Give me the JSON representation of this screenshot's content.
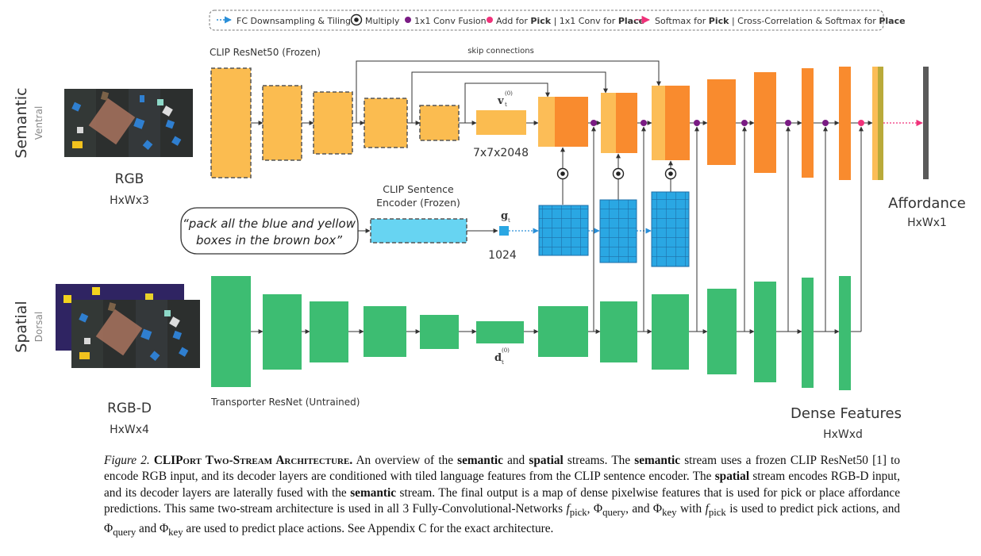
{
  "legend": {
    "fc": "FC Downsampling & Tiling",
    "multiply": "Multiply",
    "conv": "1x1 Conv Fusion",
    "add_a": "Add for ",
    "add_pick": "Pick",
    "add_b": " | 1x1 Conv for ",
    "add_place": "Place",
    "soft_a": "Softmax for ",
    "soft_pick": "Pick",
    "soft_b": " | Cross-Correlation & Softmax for ",
    "soft_place": "Place"
  },
  "labels": {
    "clip_resnet": "CLIP ResNet50 (Frozen)",
    "skip": "skip connections",
    "semantic": "Semantic",
    "ventral": "Ventral",
    "spatial": "Spatial",
    "dorsal": "Dorsal",
    "rgb": "RGB",
    "rgb_dim": "HxWx3",
    "rgbd": "RGB-D",
    "rgbd_dim": "HxWx4",
    "vt": "v",
    "vt_sup": "(0)",
    "vt_sub": "t",
    "feat_dim": "7x7x2048",
    "sentence_l1": "CLIP Sentence",
    "sentence_l2": "Encoder (Frozen)",
    "gt": "g",
    "gt_sub": "t",
    "g_dim": "1024",
    "dt": "d",
    "dt_sup": "(0)",
    "dt_sub": "t",
    "instr_l1": "“pack all the blue and yellow",
    "instr_l2": "boxes in the brown box”",
    "transporter": "Transporter ResNet (Untrained)",
    "affordance": "Affordance",
    "aff_dim": "HxWx1",
    "dense": "Dense Features",
    "dense_dim": "HxWxd"
  },
  "colors": {
    "clip_orange": "#fbbc50",
    "decoder_orange": "#f98b2e",
    "decoder_light": "#fcbd57",
    "green": "#3dbd72",
    "blue": "#2aa7e3",
    "light_blue": "#67d4f2",
    "purple": "#7a1b84",
    "pink": "#f0327a",
    "affordance_bar": "#5a5a5a"
  },
  "caption": {
    "fig": "Figure 2.",
    "title": "CLIPort Two-Stream Architecture.",
    "t1": " An overview of the ",
    "semantic1": "semantic",
    "t2": " and ",
    "spatial1": "spatial",
    "t3": " streams. The ",
    "semantic2": "semantic",
    "t4": " stream uses a frozen CLIP ResNet50 [1] to encode RGB input, and its decoder layers are conditioned with tiled language features from the CLIP sentence encoder. The ",
    "spatial2": "spatial",
    "t5": " stream encodes RGB-D input, and its decoder layers are laterally fused with the ",
    "semantic3": "semantic",
    "t6": " stream. The final output is a map of dense pixelwise features that is used for pick or place affordance predictions. This same two-stream architecture is used in all 3 Fully-Convolutional-Networks ",
    "f": "f",
    "pick": "pick",
    "t7": ", ",
    "phi1": "Φ",
    "query": "query",
    "t8": ", and ",
    "phi2": "Φ",
    "key": "key",
    "t9": " with ",
    "f2": "f",
    "pick2": "pick",
    "t10": " is used to predict pick actions, and ",
    "phi3": "Φ",
    "query2": "query",
    "t11": " and ",
    "phi4": "Φ",
    "key2": "key",
    "t12": " are used to predict place actions. See Appendix C for the exact architecture."
  }
}
